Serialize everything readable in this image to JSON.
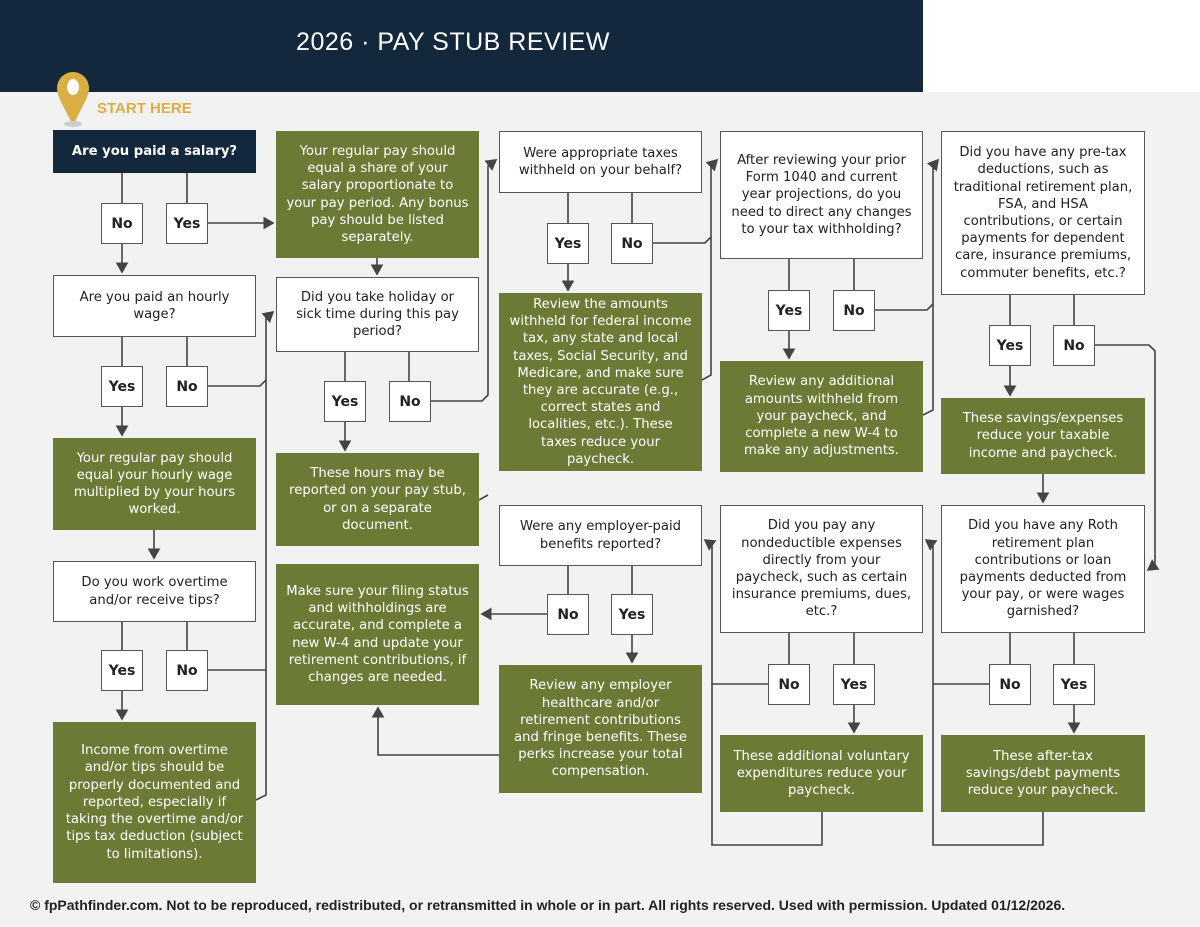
{
  "header": {
    "title": "2026 · PAY STUB REVIEW",
    "start_label": "START HERE"
  },
  "nodes": {
    "q1": "Are you paid a salary?",
    "q2": "Are you paid an hourly wage?",
    "g1": "Your regular pay should equal your hourly wage multiplied by your hours worked.",
    "q3": "Do you work overtime and/or receive tips?",
    "g2": "Income from overtime and/or tips should be properly documented and reported, especially if taking the overtime and/or tips tax deduction (subject to limitations).",
    "g3": "Your regular pay should equal a share of your salary proportionate to your pay period. Any bonus pay should be listed separately.",
    "q4": "Did you take holiday or sick time during this pay period?",
    "g4": "These hours may be reported on your pay stub, or on a separate document.",
    "g5": "Make sure your filing status and withholdings are accurate, and complete a new W-4 and update your retirement contributions, if changes are needed.",
    "q5": "Were appropriate taxes withheld on your behalf?",
    "g6": "Review the amounts withheld for federal income tax, any state and local taxes, Social Security, and Medicare, and make sure they are accurate (e.g., correct states and localities, etc.). These taxes reduce your paycheck.",
    "q6": "Were any employer-paid benefits reported?",
    "g7": "Review any employer healthcare and/or retirement contributions and fringe benefits. These perks increase your total compensation.",
    "q7": "After reviewing your prior Form 1040 and current year projections, do you need to direct any changes to your tax withholding?",
    "g8": "Review any additional amounts withheld from your paycheck, and complete a new W-4 to make any adjustments.",
    "q8": "Did you pay any nondeductible expenses directly from your paycheck, such as certain insurance premiums, dues, etc.?",
    "g9": "These additional voluntary expenditures reduce your paycheck.",
    "q9": "Did you have any pre-tax deductions, such as traditional retirement plan, FSA, and HSA contributions, or certain payments for dependent care, insurance premiums, commuter benefits, etc.?",
    "g10": "These savings/expenses reduce your taxable income and paycheck.",
    "q10": "Did you have any Roth retirement plan contributions or loan payments deducted from your pay, or were wages garnished?",
    "g11": "These after-tax savings/debt payments reduce your paycheck."
  },
  "answers": {
    "yes": "Yes",
    "no": "No"
  },
  "footer": "© fpPathfinder.com. Not to be reproduced, redistributed, or retransmitted in whole or in part. All rights reserved. Used with permission. Updated 01/12/2026.",
  "colors": {
    "navy": "#13283d",
    "green": "#6b7a35",
    "gold": "#d9ae42"
  }
}
